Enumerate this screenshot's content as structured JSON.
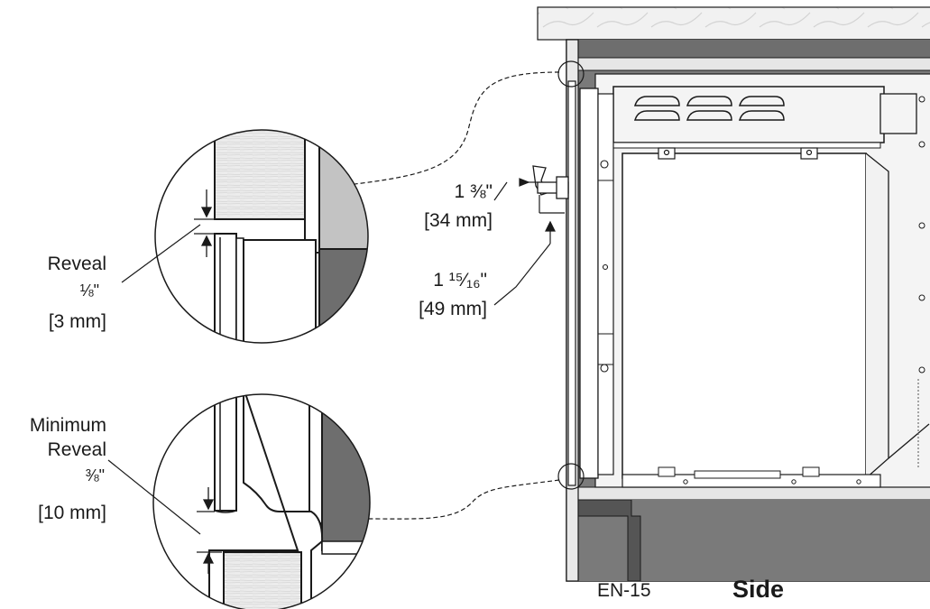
{
  "labels": {
    "reveal_title": "Reveal",
    "reveal_frac": "⅛\"",
    "reveal_mm": "[3 mm]",
    "min_reveal_line1": "Minimum",
    "min_reveal_line2": "Reveal",
    "min_reveal_frac": "⅜\"",
    "min_reveal_mm": "[10 mm]",
    "dim1_in": "1 ⅜\"",
    "dim1_mm": "[34 mm]",
    "dim2_in": "1 ¹⁵⁄₁₆\"",
    "dim2_mm": "[49 mm]",
    "page_code": "EN-15",
    "view_title": "Side"
  },
  "icons": [
    "countertop",
    "oven-side-view",
    "detail-circle-top",
    "detail-circle-bottom",
    "door-handle"
  ],
  "colors": {
    "line": "#1a1a1a",
    "cabinet_dark": "#6e6e6e",
    "cabinet_mid": "#8a8a8a",
    "panel_light": "#c3c3c3",
    "surface": "#e9e9e9",
    "marble": "#efefef"
  }
}
